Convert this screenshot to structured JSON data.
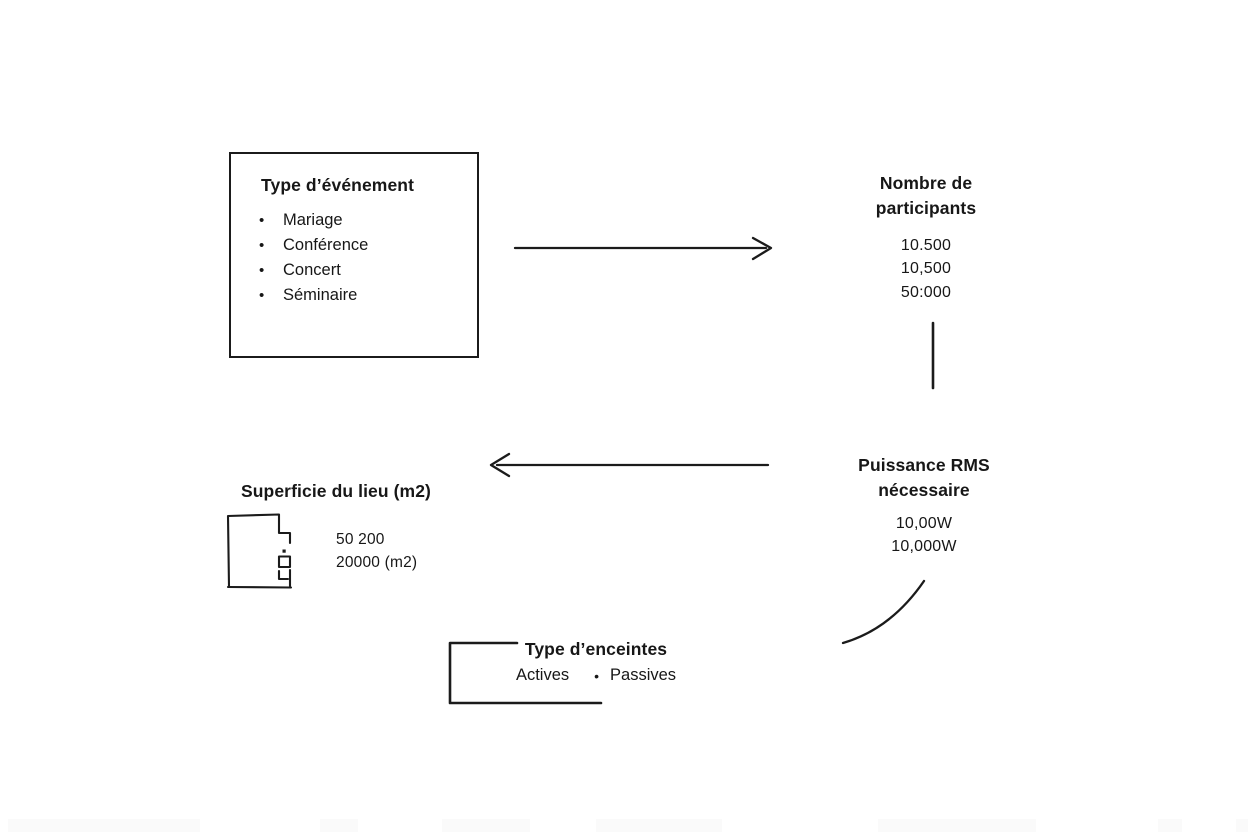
{
  "canvas": {
    "background": "#ffffff",
    "ink": "#171717",
    "line": "#1b1b1b"
  },
  "glyphs": {
    "bullet": "•",
    "separator_dot": "•"
  },
  "event_type": {
    "title": "Type d’événement",
    "items": [
      "Mariage",
      "Conférence",
      "Concert",
      "Séminaire"
    ]
  },
  "participants": {
    "title_line1": "Nombre de",
    "title_line2": "participants",
    "values": [
      "10.500",
      "10,500",
      "50:000"
    ]
  },
  "power": {
    "title_line1": "Puissance RMS",
    "title_line2": "nécessaire",
    "values": [
      "10,00W",
      "10,000W"
    ]
  },
  "area": {
    "title": "Superficie du lieu (m2)",
    "values": [
      "50 200",
      "20000 (m2)"
    ]
  },
  "speakers": {
    "title": "Type d’enceintes",
    "options": [
      "Actives",
      "Passives"
    ]
  }
}
